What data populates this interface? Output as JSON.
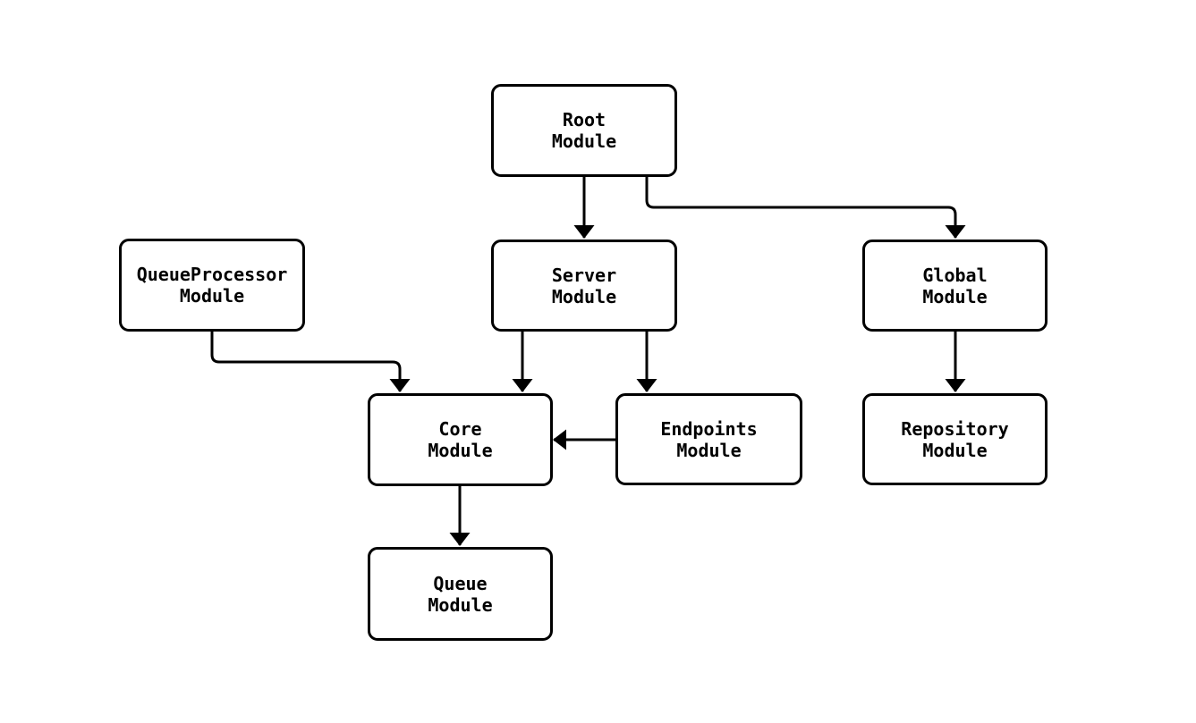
{
  "diagram": {
    "type": "flowchart",
    "direction": "top-down",
    "background_color": "#ffffff",
    "node_fill_color": "#ffffff",
    "node_border_color": "#000000",
    "edge_color": "#000000",
    "text_color": "#000000",
    "nodes": [
      {
        "id": "root",
        "label": "Root\nModule"
      },
      {
        "id": "server",
        "label": "Server\nModule"
      },
      {
        "id": "global",
        "label": "Global\nModule"
      },
      {
        "id": "queueprocessor",
        "label": "QueueProcessor\nModule"
      },
      {
        "id": "core",
        "label": "Core\nModule"
      },
      {
        "id": "endpoints",
        "label": "Endpoints\nModule"
      },
      {
        "id": "repository",
        "label": "Repository\nModule"
      },
      {
        "id": "queue",
        "label": "Queue\nModule"
      }
    ],
    "edges": [
      {
        "from": "root",
        "to": "server"
      },
      {
        "from": "root",
        "to": "global"
      },
      {
        "from": "queueprocessor",
        "to": "core"
      },
      {
        "from": "server",
        "to": "core"
      },
      {
        "from": "server",
        "to": "endpoints"
      },
      {
        "from": "endpoints",
        "to": "core"
      },
      {
        "from": "global",
        "to": "repository"
      },
      {
        "from": "core",
        "to": "queue"
      }
    ]
  }
}
